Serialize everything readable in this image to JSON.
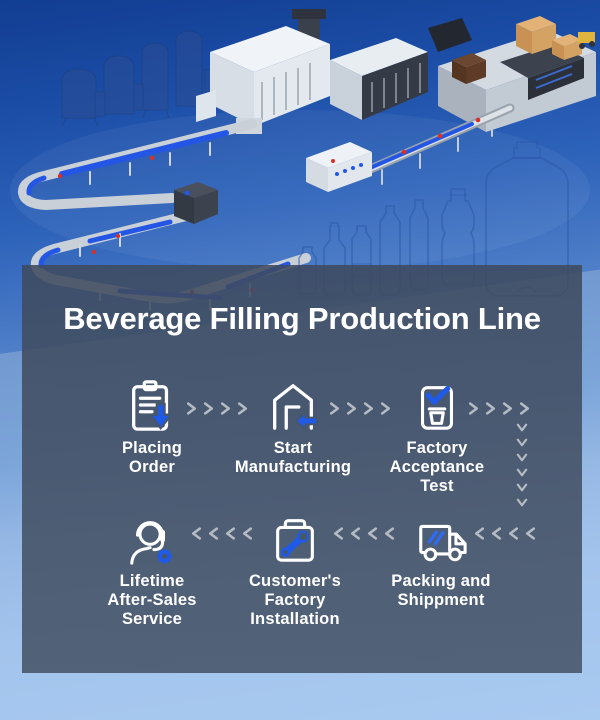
{
  "scene": {
    "description": "isometric 3D render of a beverage bottling plant",
    "elements": [
      "water-treatment-tanks",
      "blow-molding-machine",
      "filling-machine",
      "labeling-machine",
      "serpentine-conveyor",
      "outfeed-conveyor",
      "palletizing-station",
      "carton-boxes",
      "bottle-size-lineup"
    ],
    "colors": {
      "background_top": "#16419a",
      "background_bottom": "#a8c9f0",
      "conveyor_belt": "#2456e6",
      "machine_light": "#eef1f6",
      "carton_tan": "#dcab72",
      "bottle_outline": "#2b58a8"
    }
  },
  "panel": {
    "title": "Beverage Filling Production Line",
    "colors": {
      "background": "#46566c",
      "accent_blue": "#1f5ae8",
      "arrow_gray": "#b5bbc2",
      "text": "#ffffff"
    },
    "steps": [
      {
        "id": "placing-order",
        "icon": "clipboard-order-icon",
        "lines": [
          "Placing",
          "Order"
        ]
      },
      {
        "id": "start-manufacturing",
        "icon": "factory-arrow-icon",
        "lines": [
          "Start",
          "Manufacturing"
        ]
      },
      {
        "id": "factory-acceptance-test",
        "icon": "checked-carton-icon",
        "lines": [
          "Factory",
          "Acceptance",
          "Test"
        ]
      },
      {
        "id": "lifetime-after-sales-service",
        "icon": "support-headset-gear-icon",
        "lines": [
          "Lifetime",
          "After-Sales",
          "Service"
        ]
      },
      {
        "id": "customers-factory-installation",
        "icon": "toolbox-wrench-icon",
        "lines": [
          "Customer's",
          "Factory",
          "Installation"
        ]
      },
      {
        "id": "packing-and-shippment",
        "icon": "delivery-truck-icon",
        "lines": [
          "Packing and",
          "Shippment"
        ]
      }
    ]
  }
}
